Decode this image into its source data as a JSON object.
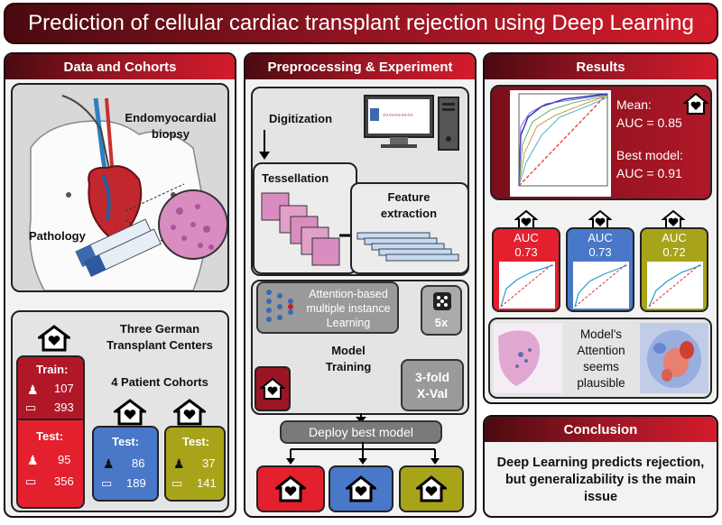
{
  "title": "Prediction of cellular cardiac transplant rejection using Deep Learning",
  "panels": {
    "data": {
      "header": "Data and Cohorts",
      "biopsy_label": "Endomyocardial biopsy",
      "pathology_label": "Pathology",
      "centers_label": "Three German Transplant Centers",
      "cohorts_label": "4 Patient Cohorts",
      "cohorts": [
        {
          "label": "Train:",
          "patients": "107",
          "slides": "393",
          "color": "#b01828"
        },
        {
          "label": "Test:",
          "patients": "95",
          "slides": "356",
          "color": "#e4202e"
        },
        {
          "label": "Test:",
          "patients": "86",
          "slides": "189",
          "color": "#4a78c8"
        },
        {
          "label": "Test:",
          "patients": "37",
          "slides": "141",
          "color": "#a8a41a"
        }
      ]
    },
    "preprocessing": {
      "header": "Preprocessing & Experiment",
      "digitization": "Digitization",
      "tessellation": "Tessellation",
      "feature_extraction": "Feature extraction",
      "attention_mil": "Attention-based multiple instance Learning",
      "repeats": "5x",
      "model_training": "Model Training",
      "crossval": "3-fold X-Val",
      "deploy": "Deploy best model",
      "deploy_colors": [
        "#e4202e",
        "#4a78c8",
        "#a8a41a"
      ]
    },
    "results": {
      "header": "Results",
      "mean_label": "Mean:",
      "mean_auc": "AUC = 0.85",
      "best_label": "Best model:",
      "best_auc": "AUC = 0.91",
      "external": [
        {
          "label": "AUC",
          "value": "0.73",
          "color": "#e4202e"
        },
        {
          "label": "AUC",
          "value": "0.73",
          "color": "#4a78c8"
        },
        {
          "label": "AUC",
          "value": "0.72",
          "color": "#a8a41a"
        }
      ],
      "attention_text": "Model's Attention seems plausible"
    },
    "conclusion": {
      "header": "Conclusion",
      "text": "Deep Learning predicts rejection, but generalizability is the main issue"
    }
  }
}
